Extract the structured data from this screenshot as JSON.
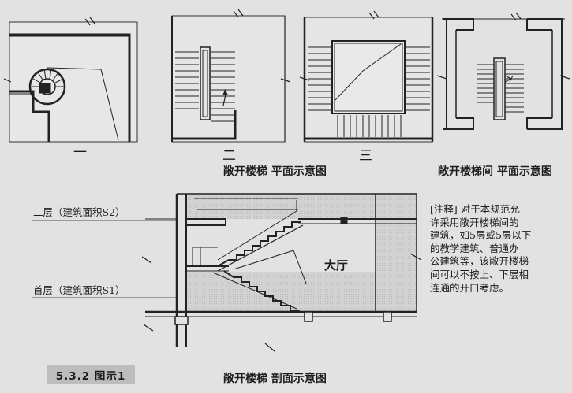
{
  "plans": {
    "label_1": "一",
    "label_2": "二",
    "label_3": "三"
  },
  "captions": {
    "open_stair_plan": "敞开楼梯  平面示意图",
    "open_stairwell_plan": "敞开楼梯间  平面示意图",
    "open_stair_section": "敞开楼梯  剖面示意图"
  },
  "section": {
    "second_floor_label": "二层（建筑面积S2）",
    "ground_floor_label": "首层（建筑面积S1）",
    "hall_label": "大厅"
  },
  "note": {
    "lines": [
      "[注释] 对于本规范允",
      "许采用敞开楼梯间的",
      "建筑，如5层或5层以下",
      "的教学建筑、普通办",
      "公建筑等，该敞开楼梯",
      "间可以不按上、下层相",
      "连通的开口考虑。"
    ]
  },
  "figure_badge": "5.3.2  图示1",
  "colors": {
    "line": "#222222",
    "fill_gray": "#cfcfcf",
    "paper": "#e2e2e2"
  }
}
